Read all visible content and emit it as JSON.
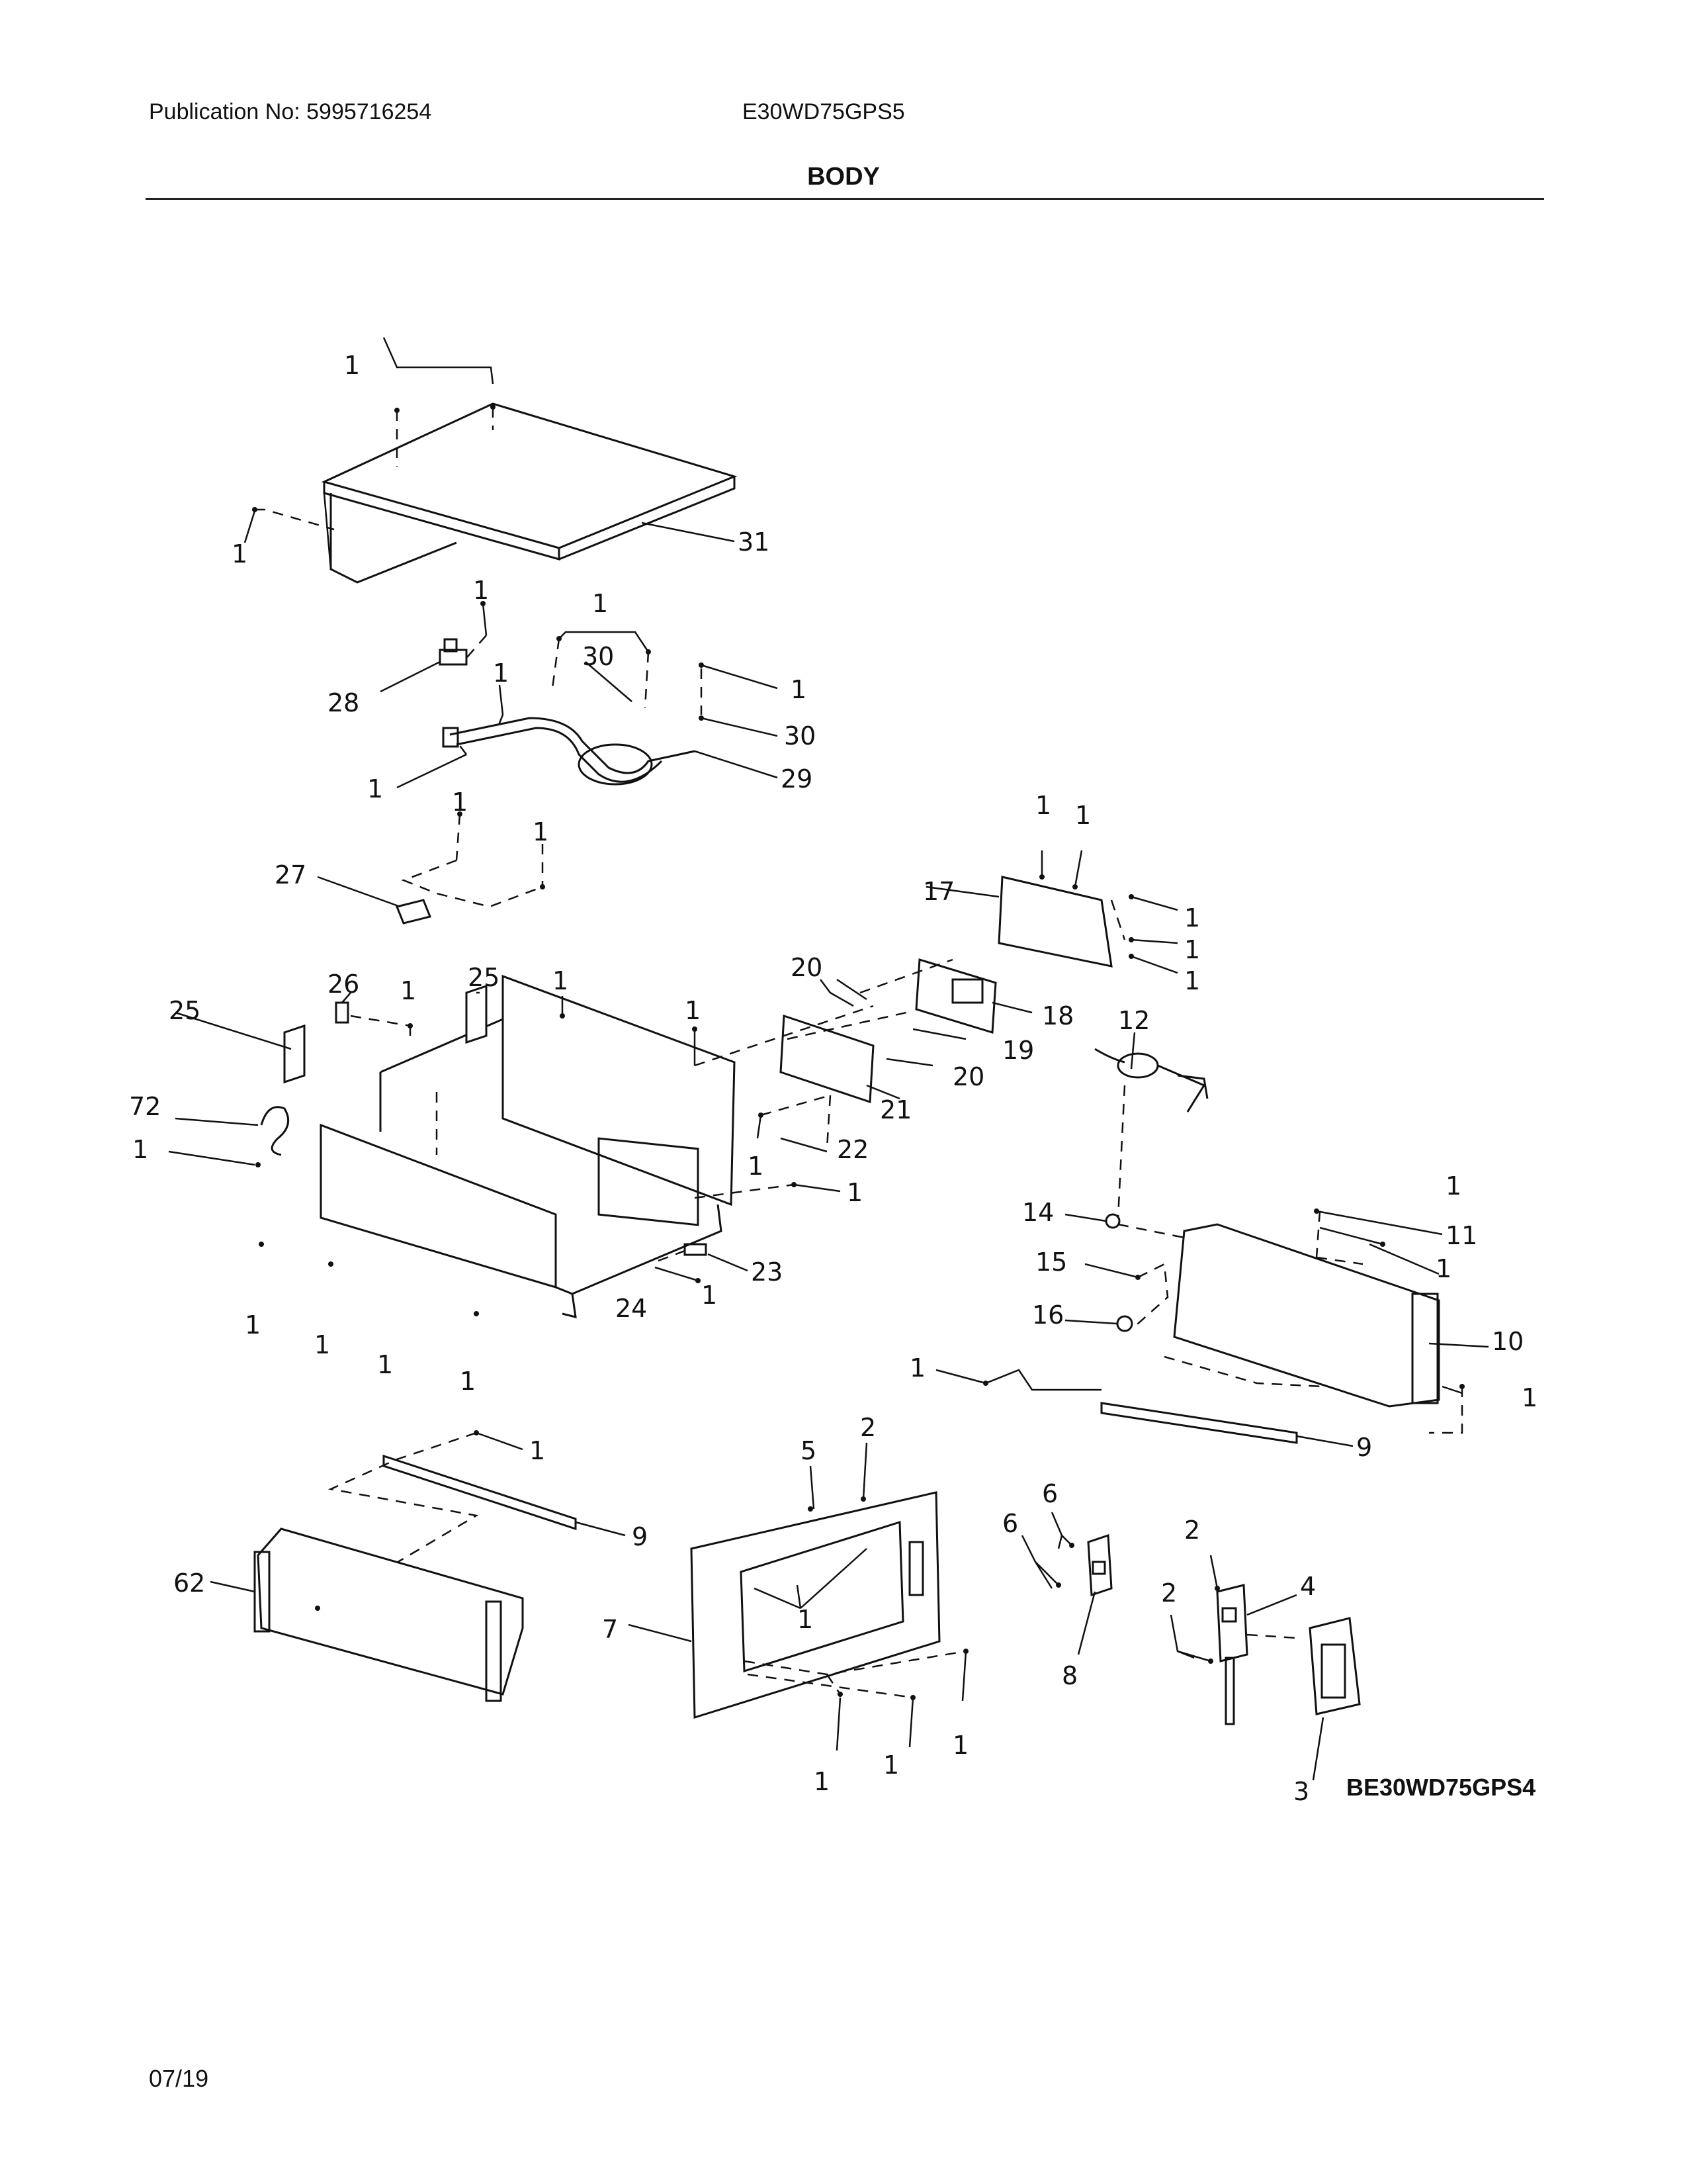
{
  "header": {
    "publication": "Publication No: 5995716254",
    "model": "E30WD75GPS5",
    "section_title": "BODY"
  },
  "footer": {
    "date": "07/19",
    "diagram_code": "BE30WD75GPS4"
  },
  "callouts": {
    "c1": "1",
    "c31": "31",
    "c28": "28",
    "c30": "30",
    "c29": "29",
    "c27": "27",
    "c17": "17",
    "c20": "20",
    "c18": "18",
    "c19": "19",
    "c21": "21",
    "c22": "22",
    "c25": "25",
    "c26": "26",
    "c72": "72",
    "c24": "24",
    "c23": "23",
    "c12": "12",
    "c14": "14",
    "c15": "15",
    "c16": "16",
    "c11": "11",
    "c10": "10",
    "c9": "9",
    "c62": "62",
    "c7": "7",
    "c5": "5",
    "c2": "2",
    "c6": "6",
    "c8": "8",
    "c4": "4",
    "c3": "3"
  }
}
